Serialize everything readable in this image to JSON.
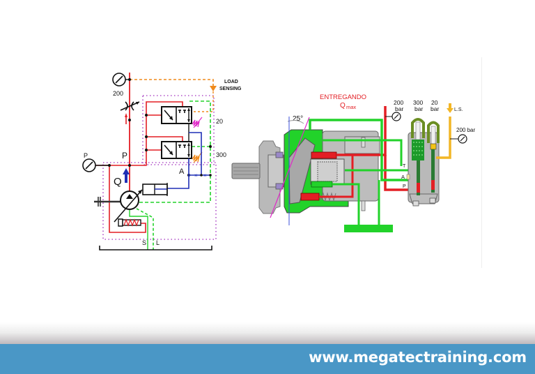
{
  "schematic": {
    "load_sensing_label_line1": "LOAD",
    "load_sensing_label_line2": "SENSING",
    "gauge_top_value": "200",
    "gauge_left_label": "P",
    "port_p_label": "P",
    "flow_label": "Q",
    "valve_upper_setting": "20",
    "valve_lower_setting": "300",
    "port_a_label": "A",
    "port_s_label": "S",
    "port_l_label": "L"
  },
  "cutaway": {
    "status_title": "ENTREGANDO",
    "status_subtitle_main": "Q",
    "status_subtitle_sub": "max",
    "swash_angle": "25°",
    "gauge_left_value": "200",
    "gauge_left_unit": "bar",
    "spring_pressure_value": "300",
    "spring_pressure_unit": "bar",
    "spring_diff_value": "20",
    "spring_diff_unit": "bar",
    "ls_label": "L.S.",
    "ls_gauge_label": "200 bar",
    "port_t_label": "T",
    "port_a_label": "A",
    "port_p_label": "P"
  },
  "colors": {
    "pressure": "#e31e24",
    "suction": "#22d22a",
    "control": "#1f2fb5",
    "load_sensing": "#f08a1c",
    "boundary": "#b04fc8",
    "housing": "#b9b9b9",
    "ls_line": "#f2b626",
    "footer": "#4a97c6"
  },
  "footer": {
    "url": "www.megatectraining.com"
  }
}
